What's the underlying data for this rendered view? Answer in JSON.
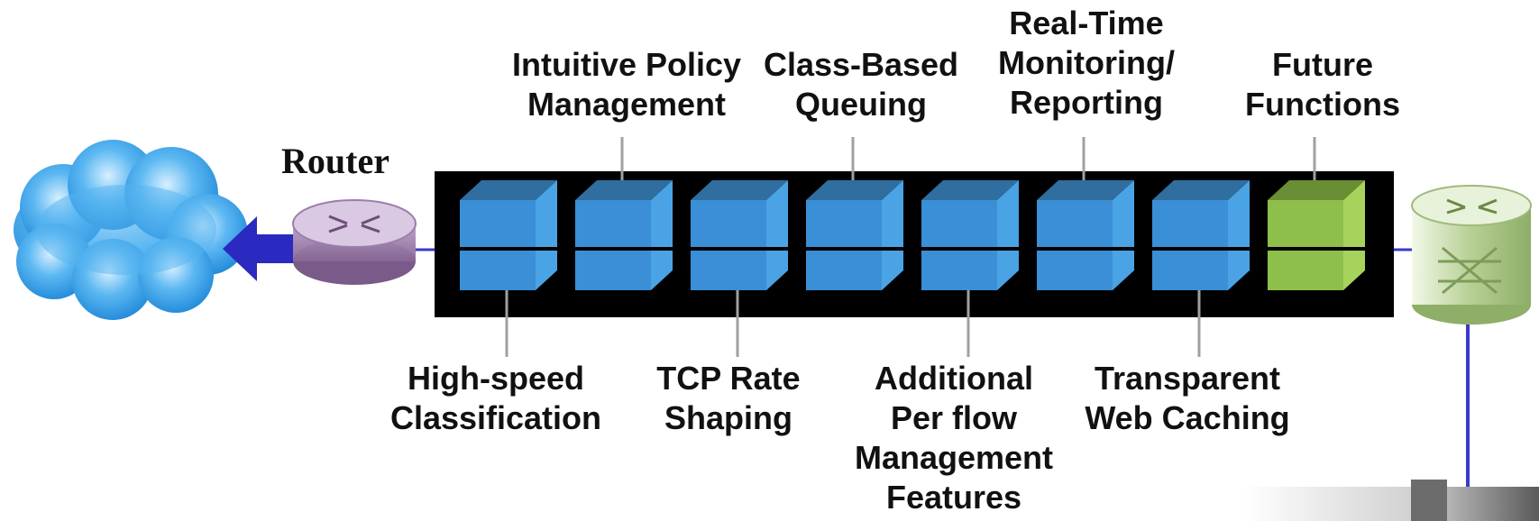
{
  "router_label": "Router",
  "labels": {
    "top": [
      "Intuitive Policy\nManagement",
      "Class-Based\nQueuing",
      "Real-Time\nMonitoring/\nReporting",
      "Future\nFunctions"
    ],
    "bottom": [
      "High-speed\nClassification",
      "TCP Rate\nShaping",
      "Additional\nPer flow\nManagement\nFeatures",
      "Transparent\nWeb Caching"
    ]
  },
  "modules": [
    {
      "id": "high-speed-classification",
      "color": "blue"
    },
    {
      "id": "intuitive-policy-management",
      "color": "blue"
    },
    {
      "id": "tcp-rate-shaping",
      "color": "blue"
    },
    {
      "id": "class-based-queuing",
      "color": "blue"
    },
    {
      "id": "additional-per-flow-management",
      "color": "blue"
    },
    {
      "id": "real-time-monitoring-reporting",
      "color": "blue"
    },
    {
      "id": "transparent-web-caching",
      "color": "blue"
    },
    {
      "id": "future-functions",
      "color": "green"
    }
  ],
  "colors": {
    "chassis": "#000000",
    "blue_front": "#3a8fd6",
    "blue_top": "#2f6e9e",
    "blue_side": "#4aa3e4",
    "green_front": "#8ebf4a",
    "green_top": "#6a8e33",
    "green_side": "#a6d35c",
    "leader": "#a0a0a0",
    "link": "#3a3acc",
    "arrow": "#2a2ac0",
    "cloud": "#3aa6ea",
    "router": "#a886b5",
    "switch": "#bcd2a0"
  },
  "icons": [
    "cloud-icon",
    "arrow-left-icon",
    "router-icon",
    "switch-icon",
    "device-icon"
  ]
}
